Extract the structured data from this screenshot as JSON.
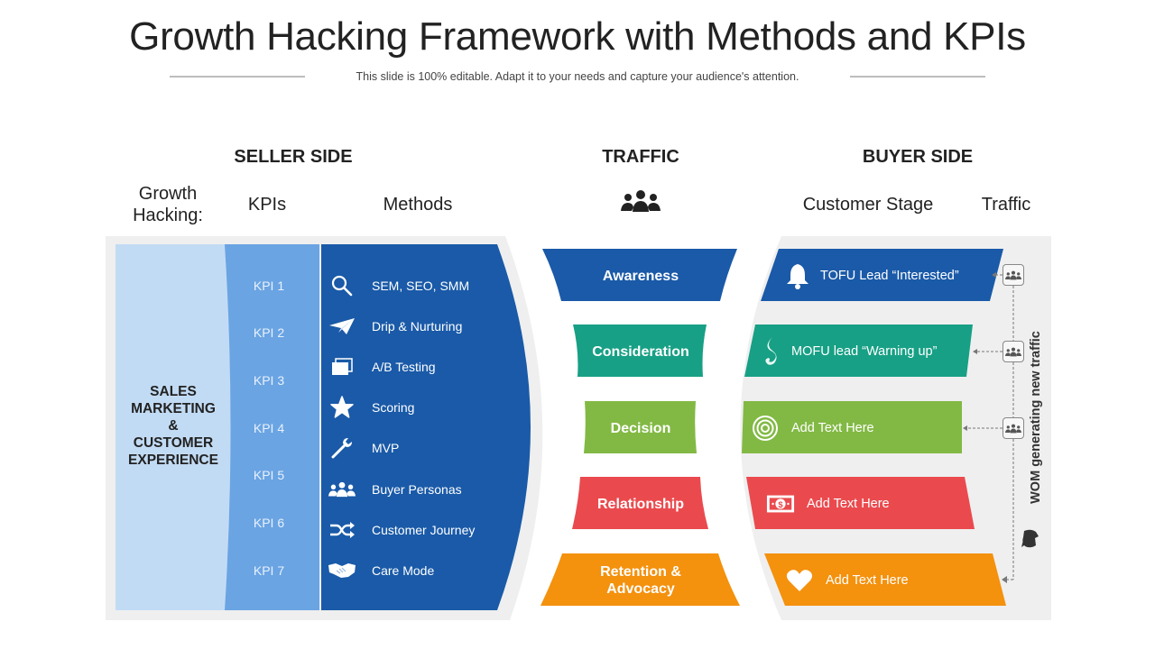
{
  "header": {
    "title": "Growth Hacking Framework with Methods and KPIs",
    "subtitle": "This slide is 100% editable. Adapt it to your needs and capture your audience's attention."
  },
  "sections": {
    "seller": "SELLER SIDE",
    "traffic": "TRAFFIC",
    "buyer": "BUYER SIDE"
  },
  "column_headers": {
    "growth_hacking_line1": "Growth",
    "growth_hacking_line2": "Hacking:",
    "kpis": "KPIs",
    "methods": "Methods",
    "traffic_icon": "group-icon",
    "customer_stage": "Customer Stage",
    "traffic": "Traffic"
  },
  "growth_hacking": {
    "lines": [
      "SALES",
      "MARKETING",
      "&",
      "CUSTOMER",
      "EXPERIENCE"
    ]
  },
  "kpis": [
    "KPI 1",
    "KPI 2",
    "KPI 3",
    "KPI 4",
    "KPI 5",
    "KPI 6",
    "KPI 7"
  ],
  "methods": [
    {
      "label": "SEM, SEO, SMM",
      "icon": "search-icon"
    },
    {
      "label": "Drip & Nurturing",
      "icon": "paper-plane-icon"
    },
    {
      "label": "A/B Testing",
      "icon": "layers-icon"
    },
    {
      "label": "Scoring",
      "icon": "star-icon"
    },
    {
      "label": "MVP",
      "icon": "wrench-icon"
    },
    {
      "label": "Buyer Personas",
      "icon": "group-icon"
    },
    {
      "label": "Customer Journey",
      "icon": "shuffle-icon"
    },
    {
      "label": "Care Mode",
      "icon": "handshake-icon"
    }
  ],
  "funnel": [
    {
      "label": "Awareness",
      "color": "#1a5aa8"
    },
    {
      "label": "Consideration",
      "color": "#17a085"
    },
    {
      "label": "Decision",
      "color": "#82b944"
    },
    {
      "label": "Relationship",
      "color": "#ea4a4e"
    },
    {
      "label": "Retention &",
      "label2": "Advocacy",
      "color": "#f4910d"
    }
  ],
  "buyer_stages": [
    {
      "label": "TOFU Lead “Interested”",
      "icon": "bell-icon",
      "color": "#1a5aa8"
    },
    {
      "label": "MOFU lead “Warning up”",
      "icon": "flame-icon",
      "color": "#17a085"
    },
    {
      "label": "Add Text Here",
      "icon": "target-icon",
      "color": "#82b944"
    },
    {
      "label": "Add Text Here",
      "icon": "money-icon",
      "color": "#ea4a4e"
    },
    {
      "label": "Add Text Here",
      "icon": "heart-icon",
      "color": "#f4910d"
    }
  ],
  "traffic_side": {
    "label": "WOM generating new traffic",
    "icon": "chat-icon"
  },
  "colors": {
    "light_blue": "#c2dbf4",
    "mid_blue": "#6aa4e3",
    "dark_blue": "#1a5aa8",
    "panel_gray": "#efefef"
  }
}
